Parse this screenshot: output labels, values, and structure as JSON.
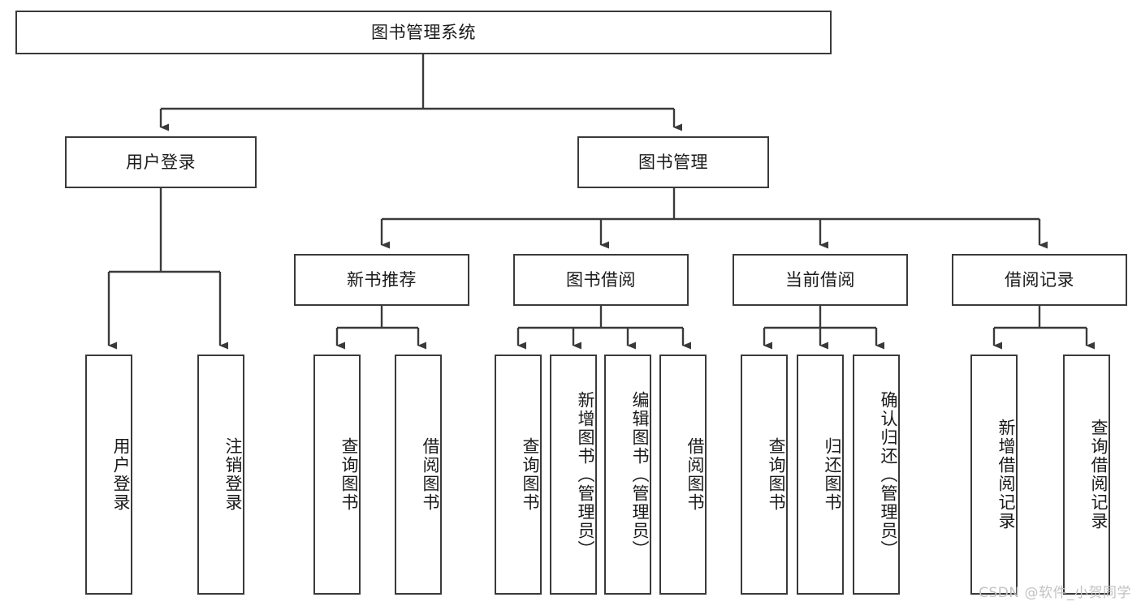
{
  "diagram": {
    "title": "图书管理系统",
    "type": "function-structure-tree",
    "root": {
      "id": "root",
      "label": "图书管理系统",
      "orientation": "horizontal"
    },
    "level2": [
      {
        "id": "user-login",
        "label": "用户登录",
        "orientation": "horizontal"
      },
      {
        "id": "book-manage",
        "label": "图书管理",
        "orientation": "horizontal"
      }
    ],
    "level3": [
      {
        "id": "new-book-recommend",
        "label": "新书推荐",
        "orientation": "horizontal",
        "parent": "book-manage"
      },
      {
        "id": "book-borrow",
        "label": "图书借阅",
        "orientation": "horizontal",
        "parent": "book-manage"
      },
      {
        "id": "current-borrow",
        "label": "当前借阅",
        "orientation": "horizontal",
        "parent": "book-manage"
      },
      {
        "id": "borrow-record",
        "label": "借阅记录",
        "orientation": "horizontal",
        "parent": "book-manage"
      }
    ],
    "leaves": [
      {
        "id": "leaf-user-login",
        "label": "用户登录",
        "parent": "user-login",
        "orientation": "vertical"
      },
      {
        "id": "leaf-user-logout",
        "label": "注销登录",
        "parent": "user-login",
        "orientation": "vertical"
      },
      {
        "id": "leaf-query-book-1",
        "label": "查询图书",
        "parent": "new-book-recommend",
        "orientation": "vertical"
      },
      {
        "id": "leaf-borrow-book-1",
        "label": "借阅图书",
        "parent": "new-book-recommend",
        "orientation": "vertical"
      },
      {
        "id": "leaf-query-book-2",
        "label": "查询图书",
        "parent": "book-borrow",
        "orientation": "vertical"
      },
      {
        "id": "leaf-add-book",
        "label": "新增图书（管理员）",
        "parent": "book-borrow",
        "orientation": "vertical"
      },
      {
        "id": "leaf-edit-book",
        "label": "编辑图书（管理员）",
        "parent": "book-borrow",
        "orientation": "vertical"
      },
      {
        "id": "leaf-borrow-book-2",
        "label": "借阅图书",
        "parent": "book-borrow",
        "orientation": "vertical"
      },
      {
        "id": "leaf-query-book-3",
        "label": "查询图书",
        "parent": "current-borrow",
        "orientation": "vertical"
      },
      {
        "id": "leaf-return-book",
        "label": "归还图书",
        "parent": "current-borrow",
        "orientation": "vertical"
      },
      {
        "id": "leaf-confirm-return",
        "label": "确认归还（管理员）",
        "parent": "current-borrow",
        "orientation": "vertical"
      },
      {
        "id": "leaf-add-record",
        "label": "新增借阅记录",
        "parent": "borrow-record",
        "orientation": "vertical"
      },
      {
        "id": "leaf-query-record",
        "label": "查询借阅记录",
        "parent": "borrow-record",
        "orientation": "vertical"
      }
    ],
    "watermark": "CSDN @软件_小贺同学",
    "colors": {
      "box_border": "#3a3a3a",
      "box_fill": "#ffffff",
      "line": "#3a3a3a",
      "text": "#1a1a1a",
      "watermark": "#c2c2c2",
      "background": "#ffffff"
    }
  }
}
